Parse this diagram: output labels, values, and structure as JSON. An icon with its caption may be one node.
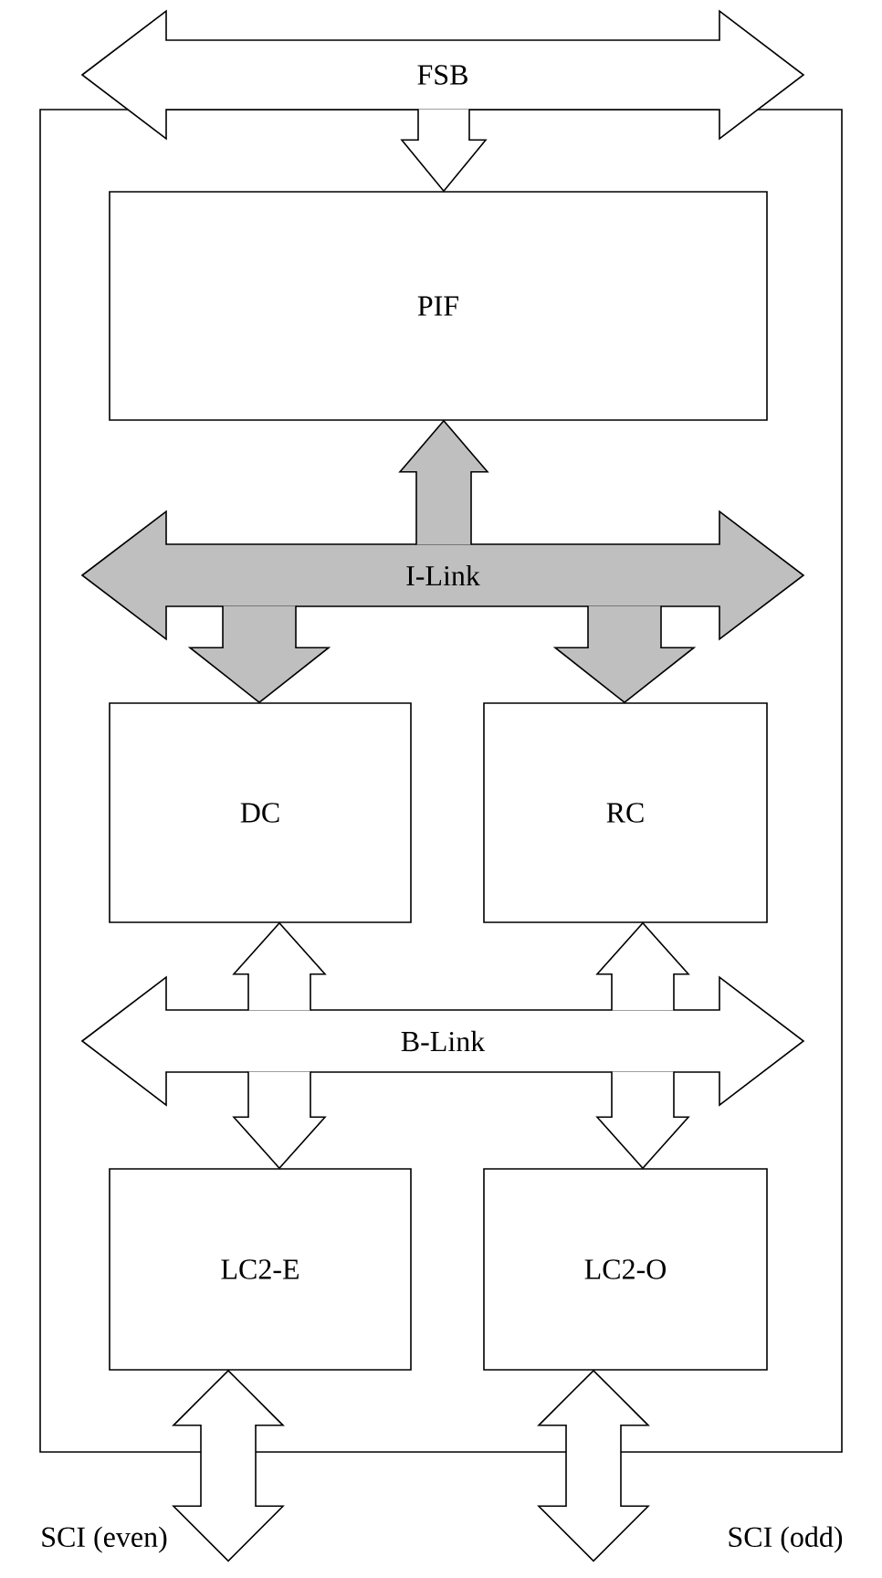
{
  "diagram": {
    "nodes": [
      {
        "text": [],
        "shape": "box"
      },
      {
        "text": [
          "FSB"
        ]
      },
      {
        "text": [
          "PIF"
        ],
        "in": 0
      },
      {
        "text": [
          "I-Link"
        ],
        "in": 0
      },
      {
        "text": [
          "DC"
        ],
        "in": 0
      },
      {
        "text": [
          "RC"
        ],
        "in": 0
      },
      {
        "text": [
          "B-Link"
        ],
        "in": 0
      },
      {
        "text": [
          "LC2-E"
        ],
        "in": 0
      },
      {
        "text": [
          "LC2-O"
        ],
        "in": 0
      },
      {
        "text": [
          "SCI (even)"
        ]
      },
      {
        "text": [
          "SCI (odd)"
        ]
      }
    ],
    "edges": [
      {
        "from": 1,
        "to": 2,
        "arrow": "to"
      },
      {
        "from": 3,
        "to": 2,
        "arrow": "to"
      },
      {
        "from": 3,
        "to": 4,
        "arrow": "to"
      },
      {
        "from": 3,
        "to": 5,
        "arrow": "to"
      },
      {
        "from": 6,
        "to": 4,
        "arrow": "to"
      },
      {
        "from": 6,
        "to": 5,
        "arrow": "to"
      },
      {
        "from": 6,
        "to": 7,
        "arrow": "to"
      },
      {
        "from": 6,
        "to": 8,
        "arrow": "to"
      },
      {
        "from": 7,
        "to": 9,
        "arrow": "both"
      },
      {
        "from": 8,
        "to": 10,
        "arrow": "both"
      }
    ]
  }
}
